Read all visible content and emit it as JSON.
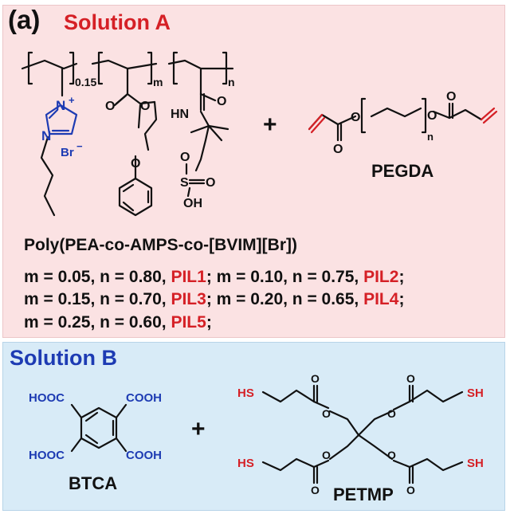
{
  "panel_a": {
    "letter": "(a)",
    "title": "Solution A",
    "polymer_subscripts": {
      "first": "0.15",
      "second": "m",
      "third": "n"
    },
    "polymer_atoms": {
      "n_plus": "N",
      "plus": "+",
      "n": "N",
      "br": "Br",
      "minus": "−",
      "o1": "O",
      "o2": "O",
      "o3": "O",
      "o4": "O",
      "hn": "HN",
      "o5": "O",
      "s": "S",
      "o6": "O",
      "o7": "O",
      "oh": "OH"
    },
    "plus_sign": "+",
    "crosslinker_atoms": {
      "o1": "O",
      "o2": "O",
      "o3": "O",
      "o4": "O",
      "sub_n": "n"
    },
    "crosslinker_name": "PEGDA",
    "polymer_name": "Poly(PEA-co-AMPS-co-[BVIM][Br])",
    "compositions": [
      {
        "text": "m = 0.05, n = 0.80, ",
        "label": "PIL1",
        "sep": "; "
      },
      {
        "text": "m = 0.10, n = 0.75, ",
        "label": "PIL2",
        "sep": ";"
      },
      {
        "text": "m = 0.15, n = 0.70, ",
        "label": "PIL3",
        "sep": "; "
      },
      {
        "text": "m = 0.20, n = 0.65, ",
        "label": "PIL4",
        "sep": ";"
      },
      {
        "text": "m = 0.25, n = 0.60, ",
        "label": "PIL5",
        "sep": ";"
      }
    ]
  },
  "panel_b": {
    "title": "Solution B",
    "btca_groups": {
      "tl": "HOOC",
      "tr": "COOH",
      "bl": "HOOC",
      "br": "COOH"
    },
    "btca_name": "BTCA",
    "plus_sign": "+",
    "petmp_atoms": {
      "sh1": "HS",
      "sh2": "SH",
      "sh3": "HS",
      "sh4": "SH",
      "o": "O"
    },
    "petmp_name": "PETMP"
  },
  "colors": {
    "panel_a_bg": "#fbe2e3",
    "panel_b_bg": "#d8ebf7",
    "red": "#d52026",
    "blue": "#1d3bb3",
    "ink": "#111111"
  }
}
